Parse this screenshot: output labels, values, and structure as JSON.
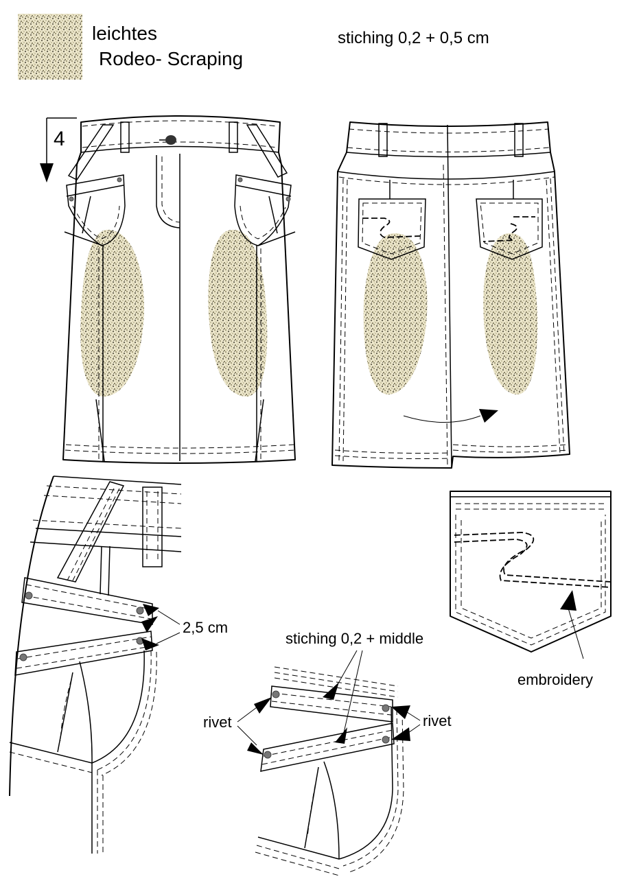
{
  "legend": {
    "line1": "leichtes",
    "line2": "Rodeo- Scraping"
  },
  "header": {
    "stitching": "stiching 0,2 + 0,5 cm"
  },
  "front": {
    "arrow_label": "4"
  },
  "detail_left": {
    "measure": "2,5 cm"
  },
  "detail_middle": {
    "stitching": "stiching 0,2 + middle",
    "rivet_left": "rivet",
    "rivet_right": "rivet"
  },
  "pocket_detail": {
    "embroidery": "embroidery"
  },
  "colors": {
    "scraping_fill": "#e8e2c6",
    "scraping_dark": "#8a8466",
    "rivet": "#777777",
    "line": "#000000"
  }
}
